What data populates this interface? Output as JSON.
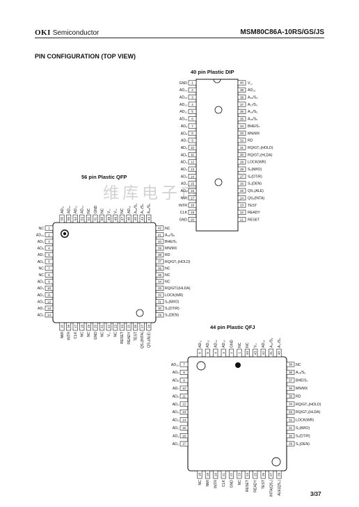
{
  "header": {
    "brand_logo": "OKI",
    "brand_text": "Semiconductor",
    "part_number": "MSM80C86A-10RS/GS/JS"
  },
  "section_title": "PIN  CONFIGURATION (TOP VIEW)",
  "watermark": "维库电子市场网",
  "page_number": "3/37",
  "dip": {
    "title": "40 pin Plastic DIP",
    "left": [
      {
        "n": "1",
        "s": "GND"
      },
      {
        "n": "2",
        "s": "AD₁₄"
      },
      {
        "n": "3",
        "s": "AD₁₃"
      },
      {
        "n": "4",
        "s": "AD₁₂"
      },
      {
        "n": "5",
        "s": "AD₁₁"
      },
      {
        "n": "6",
        "s": "AD₁₀"
      },
      {
        "n": "7",
        "s": "AD₉"
      },
      {
        "n": "8",
        "s": "AD₈"
      },
      {
        "n": "9",
        "s": "AD₇"
      },
      {
        "n": "10",
        "s": "AD₆"
      },
      {
        "n": "11",
        "s": "AD₅"
      },
      {
        "n": "12",
        "s": "AD₄"
      },
      {
        "n": "13",
        "s": "AD₃"
      },
      {
        "n": "14",
        "s": "AD₂"
      },
      {
        "n": "15",
        "s": "AD₁"
      },
      {
        "n": "16",
        "s": "AD₀"
      },
      {
        "n": "17",
        "s": "NMI"
      },
      {
        "n": "18",
        "s": "INTR"
      },
      {
        "n": "19",
        "s": "CLK"
      },
      {
        "n": "20",
        "s": "GND"
      }
    ],
    "right": [
      {
        "n": "40",
        "s": "V꜀꜀"
      },
      {
        "n": "39",
        "s": "AD₁₅"
      },
      {
        "n": "38",
        "s": "A₁₆/S₃"
      },
      {
        "n": "37",
        "s": "A₁₇/S₄"
      },
      {
        "n": "36",
        "s": "A₁₈/S₅"
      },
      {
        "n": "35",
        "s": "A₁₉/S₆"
      },
      {
        "n": "34",
        "s": "BHE/S₇"
      },
      {
        "n": "33",
        "s": "MN/MX"
      },
      {
        "n": "32",
        "s": "RD"
      },
      {
        "n": "31",
        "s": "RQ/GT₀(HOLD)"
      },
      {
        "n": "30",
        "s": "RQ/GT₁(HLDA)"
      },
      {
        "n": "29",
        "s": "LOCK(WR)"
      },
      {
        "n": "28",
        "s": "S₂(M/IO)"
      },
      {
        "n": "27",
        "s": "S₁(DT/R)"
      },
      {
        "n": "26",
        "s": "S₀(DEN)"
      },
      {
        "n": "25",
        "s": "QS₀(ALE)"
      },
      {
        "n": "24",
        "s": "QS₁(INTA)"
      },
      {
        "n": "23",
        "s": "TEST"
      },
      {
        "n": "22",
        "s": "READY"
      },
      {
        "n": "21",
        "s": "RESET"
      }
    ]
  },
  "qfp": {
    "title": "56 pin Plastic QFP",
    "left": [
      {
        "n": "1",
        "s": "NC"
      },
      {
        "n": "2",
        "s": "AD₁₀"
      },
      {
        "n": "3",
        "s": "AD₉"
      },
      {
        "n": "4",
        "s": "AD₈"
      },
      {
        "n": "5",
        "s": "AD₇"
      },
      {
        "n": "6",
        "s": "AD₆"
      },
      {
        "n": "7",
        "s": "NC"
      },
      {
        "n": "8",
        "s": "NC"
      },
      {
        "n": "9",
        "s": "AD₅"
      },
      {
        "n": "10",
        "s": "AD₄"
      },
      {
        "n": "11",
        "s": "AD₃"
      },
      {
        "n": "12",
        "s": "AD₂"
      },
      {
        "n": "13",
        "s": "AD₁"
      },
      {
        "n": "14",
        "s": "AD₀"
      }
    ],
    "bottom": [
      {
        "n": "15",
        "s": "NMI"
      },
      {
        "n": "16",
        "s": "INTR"
      },
      {
        "n": "17",
        "s": "CLK"
      },
      {
        "n": "18",
        "s": "NC"
      },
      {
        "n": "19",
        "s": "NC"
      },
      {
        "n": "20",
        "s": "GND"
      },
      {
        "n": "21",
        "s": "NC"
      },
      {
        "n": "22",
        "s": "V꜀꜀"
      },
      {
        "n": "23",
        "s": "NC"
      },
      {
        "n": "24",
        "s": "RESET"
      },
      {
        "n": "25",
        "s": "READY"
      },
      {
        "n": "26",
        "s": "TEST"
      },
      {
        "n": "27",
        "s": "QS₁(INTA)"
      },
      {
        "n": "28",
        "s": "QS₀(ALE)"
      }
    ],
    "right": [
      {
        "n": "42",
        "s": "NC"
      },
      {
        "n": "41",
        "s": "A₁₉/S₆"
      },
      {
        "n": "40",
        "s": "BHE/S₇"
      },
      {
        "n": "39",
        "s": "MN/MX"
      },
      {
        "n": "38",
        "s": "RD"
      },
      {
        "n": "37",
        "s": "RQ/GT₀(HOLD)"
      },
      {
        "n": "36",
        "s": "NC"
      },
      {
        "n": "35",
        "s": "NC"
      },
      {
        "n": "34",
        "s": "NC"
      },
      {
        "n": "33",
        "s": "RQ/GT1(HLDA)"
      },
      {
        "n": "32",
        "s": "LOCK(WR)"
      },
      {
        "n": "31",
        "s": "S₂(M/IO)"
      },
      {
        "n": "30",
        "s": "S₁(DT/R)"
      },
      {
        "n": "29",
        "s": "S₀(DEN)"
      }
    ],
    "top": [
      {
        "n": "56",
        "s": "AD₁₁"
      },
      {
        "n": "55",
        "s": "AD₁₂"
      },
      {
        "n": "54",
        "s": "AD₁₃"
      },
      {
        "n": "53",
        "s": "AD₁₄"
      },
      {
        "n": "52",
        "s": "NC"
      },
      {
        "n": "51",
        "s": "GND"
      },
      {
        "n": "50",
        "s": "NC"
      },
      {
        "n": "49",
        "s": "V꜀꜀"
      },
      {
        "n": "48",
        "s": "V꜀꜀"
      },
      {
        "n": "47",
        "s": "NC"
      },
      {
        "n": "46",
        "s": "AD₁₅"
      },
      {
        "n": "45",
        "s": "A₁₆/S₃"
      },
      {
        "n": "44",
        "s": "A₁₇/S₄"
      },
      {
        "n": "43",
        "s": "A₁₈/S₅"
      }
    ]
  },
  "qfj": {
    "title": "44 pin Plastic QFJ",
    "left": [
      {
        "n": "7",
        "s": "AD₁₀"
      },
      {
        "n": "8",
        "s": "AD₉"
      },
      {
        "n": "9",
        "s": "AD₈"
      },
      {
        "n": "10",
        "s": "AD₇"
      },
      {
        "n": "11",
        "s": "AD₆"
      },
      {
        "n": "12",
        "s": "AD₅"
      },
      {
        "n": "13",
        "s": "AD₄"
      },
      {
        "n": "14",
        "s": "AD₃"
      },
      {
        "n": "15",
        "s": "AD₂"
      },
      {
        "n": "16",
        "s": "AD₁"
      },
      {
        "n": "17",
        "s": "AD₀"
      }
    ],
    "bottom": [
      {
        "n": "18",
        "s": "NC"
      },
      {
        "n": "19",
        "s": "NMI"
      },
      {
        "n": "20",
        "s": "INTR"
      },
      {
        "n": "21",
        "s": "CLK"
      },
      {
        "n": "22",
        "s": "GND"
      },
      {
        "n": "23",
        "s": "NC"
      },
      {
        "n": "24",
        "s": "RESET"
      },
      {
        "n": "25",
        "s": "READY"
      },
      {
        "n": "26",
        "s": "TEST"
      },
      {
        "n": "27",
        "s": "INTA(QS₁)"
      },
      {
        "n": "28",
        "s": "ALE(QS₀)"
      }
    ],
    "right": [
      {
        "n": "39",
        "s": "NC"
      },
      {
        "n": "38",
        "s": "A₁₉/S₆"
      },
      {
        "n": "37",
        "s": "BHE/S₇"
      },
      {
        "n": "36",
        "s": "MN/MX"
      },
      {
        "n": "35",
        "s": "RD"
      },
      {
        "n": "34",
        "s": "RQ/GT₀(HOLD)"
      },
      {
        "n": "33",
        "s": "RQ/GT₁(HLDA)"
      },
      {
        "n": "32",
        "s": "LOCK(WR)"
      },
      {
        "n": "31",
        "s": "S₂(M/IO)"
      },
      {
        "n": "30",
        "s": "S₁(DT/R)"
      },
      {
        "n": "29",
        "s": "S₀(DEN)"
      }
    ],
    "top": [
      {
        "n": "6",
        "s": "AD₁₁"
      },
      {
        "n": "5",
        "s": "AD₁₂"
      },
      {
        "n": "4",
        "s": "AD₁₃"
      },
      {
        "n": "3",
        "s": "AD₁₄"
      },
      {
        "n": "2",
        "s": "GND"
      },
      {
        "n": "1",
        "s": "NC"
      },
      {
        "n": "44",
        "s": "NC"
      },
      {
        "n": "43",
        "s": "V꜀꜀"
      },
      {
        "n": "42",
        "s": "AD₁₅"
      },
      {
        "n": "41",
        "s": "A₁₆/S₃"
      },
      {
        "n": "40",
        "s": "A₁₇/S₄"
      }
    ]
  }
}
